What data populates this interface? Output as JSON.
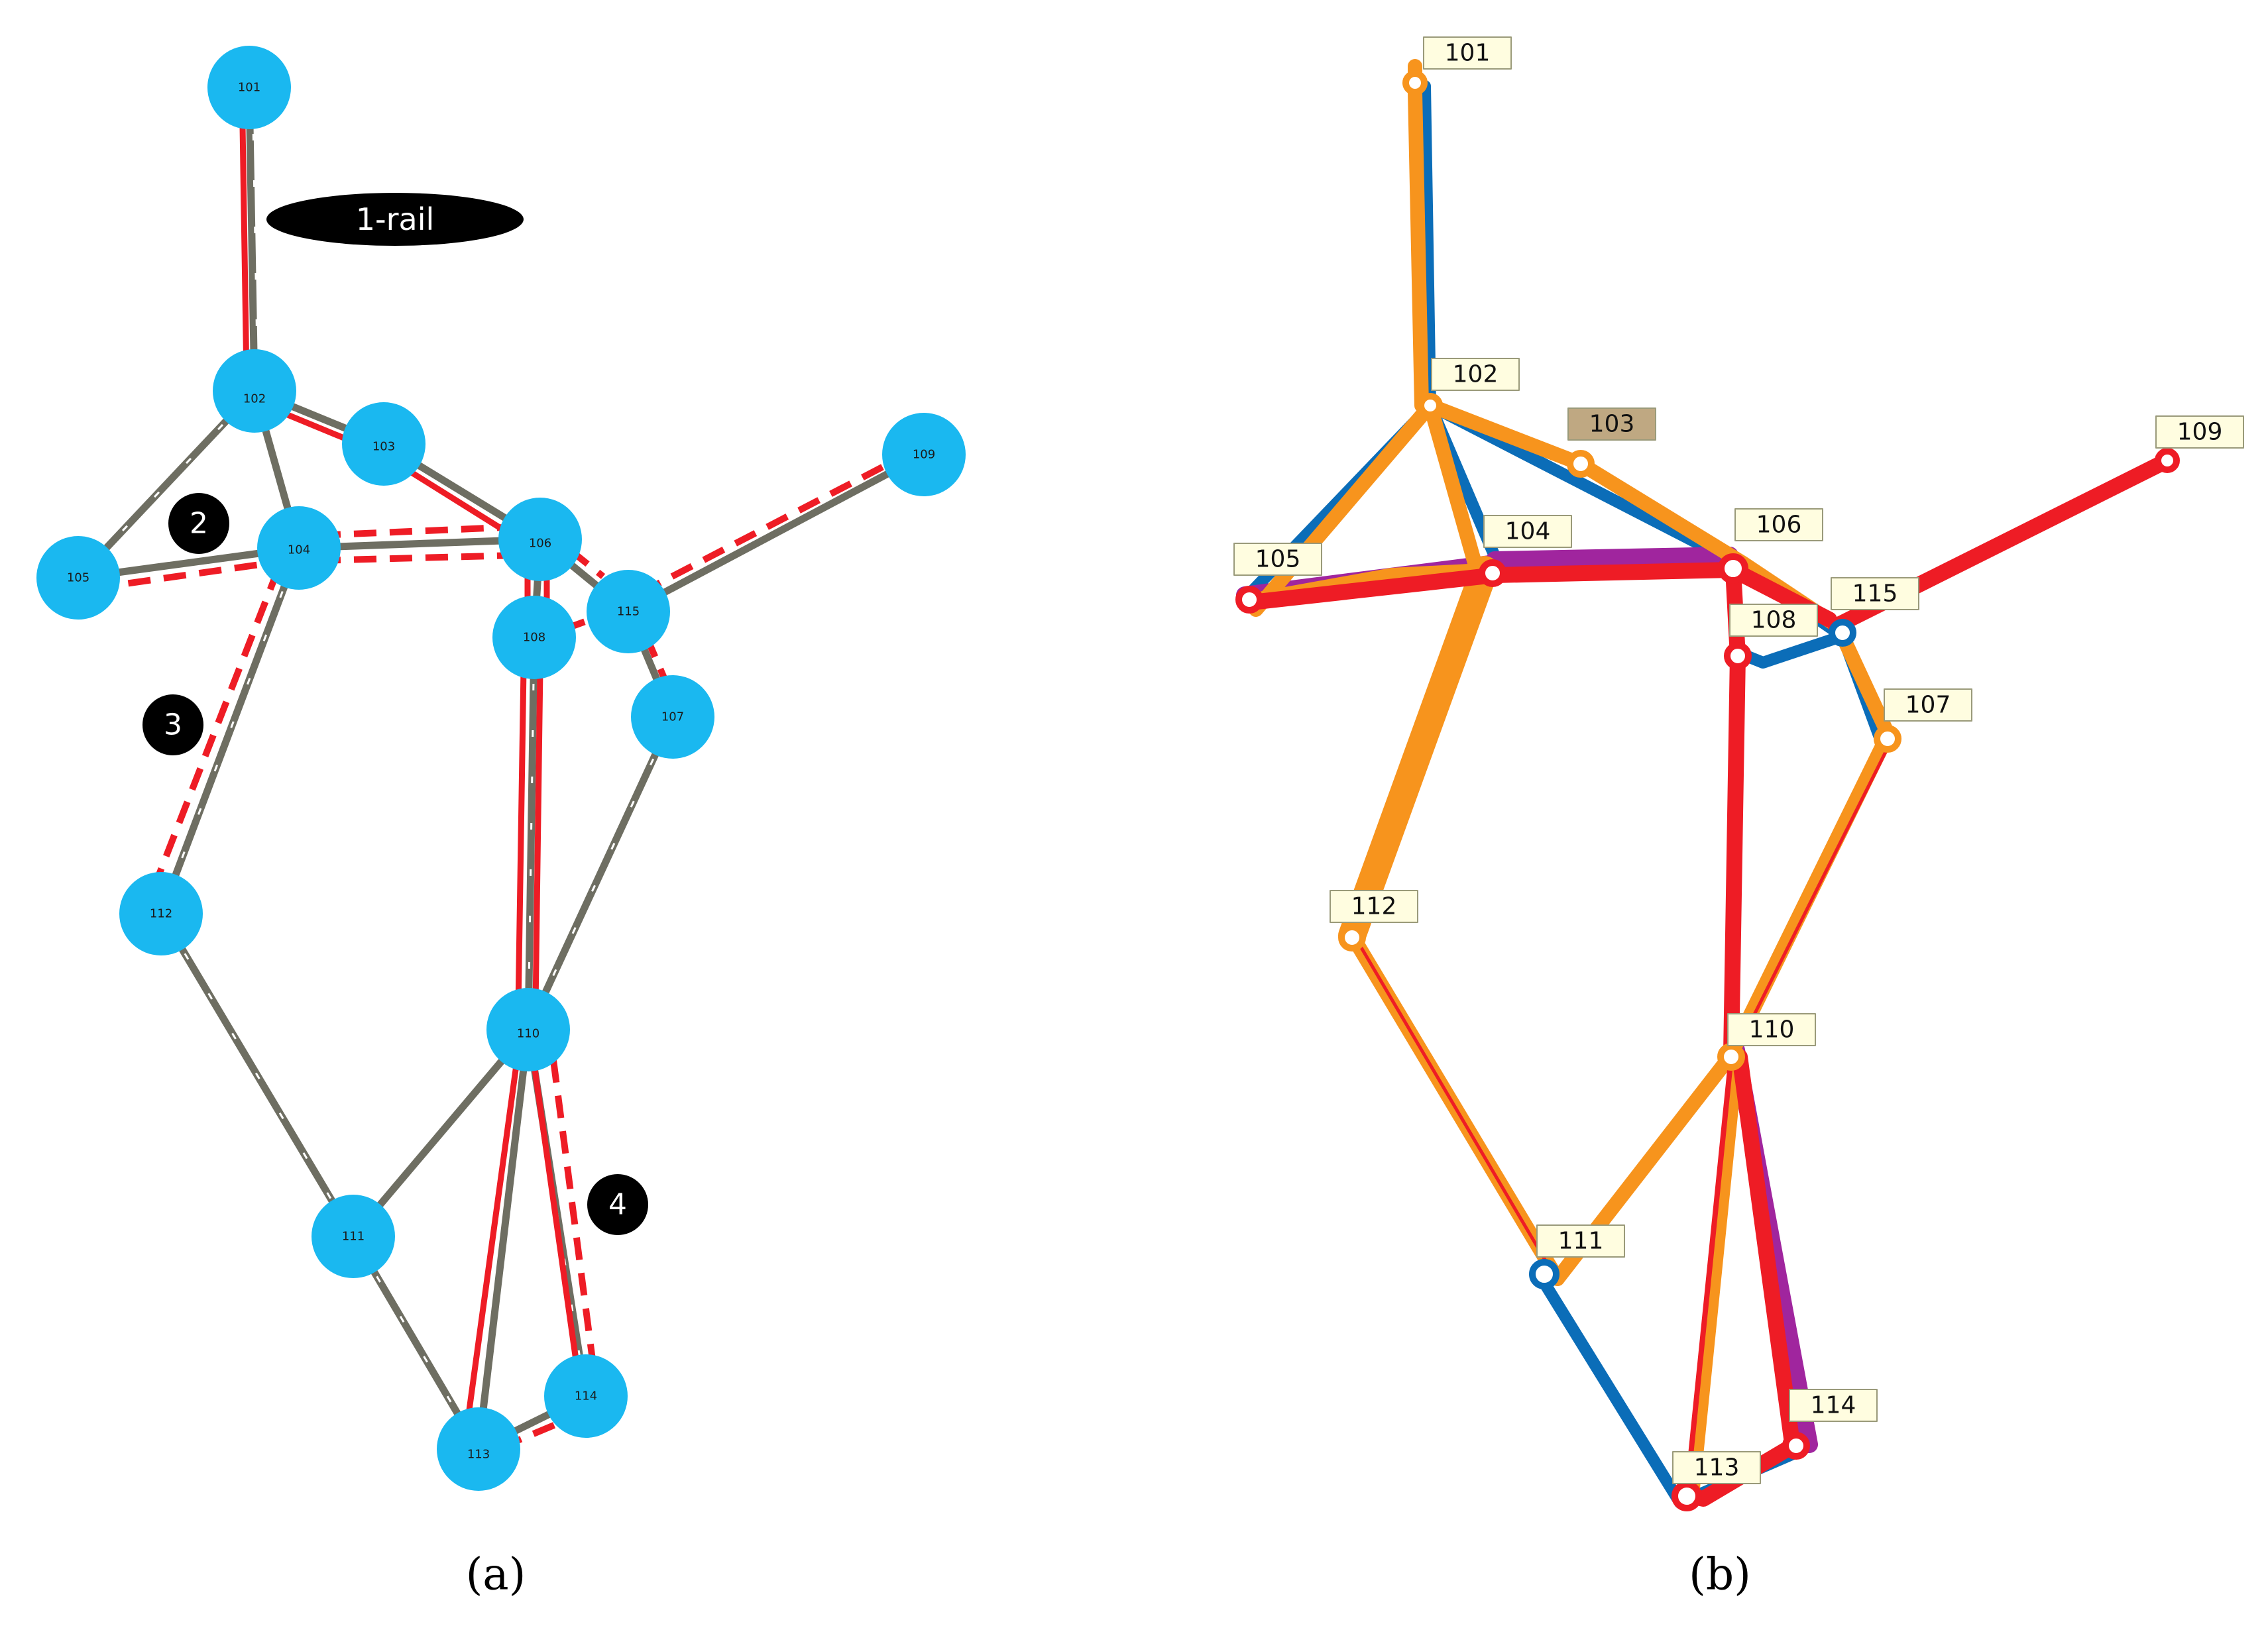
{
  "panel_a": {
    "caption": "(a)",
    "callout": "1-rail",
    "markers": [
      "2",
      "3",
      "4"
    ],
    "nodes": [
      "101",
      "102",
      "103",
      "104",
      "105",
      "106",
      "107",
      "108",
      "109",
      "110",
      "111",
      "112",
      "113",
      "114",
      "115"
    ]
  },
  "panel_b": {
    "caption": "(b)",
    "nodes": [
      "101",
      "102",
      "103",
      "104",
      "105",
      "106",
      "107",
      "108",
      "109",
      "110",
      "111",
      "112",
      "113",
      "114",
      "115"
    ]
  },
  "colors": {
    "node_fill": "#1ab8f0",
    "track_gray": "#6e6e62",
    "rail_red": "#ee1c25",
    "route_orange": "#f7941d",
    "route_blue": "#0b6db8",
    "route_purple": "#a0259e",
    "label_bg": "#fffde0",
    "label_bg_highlight": "#bfa882"
  }
}
